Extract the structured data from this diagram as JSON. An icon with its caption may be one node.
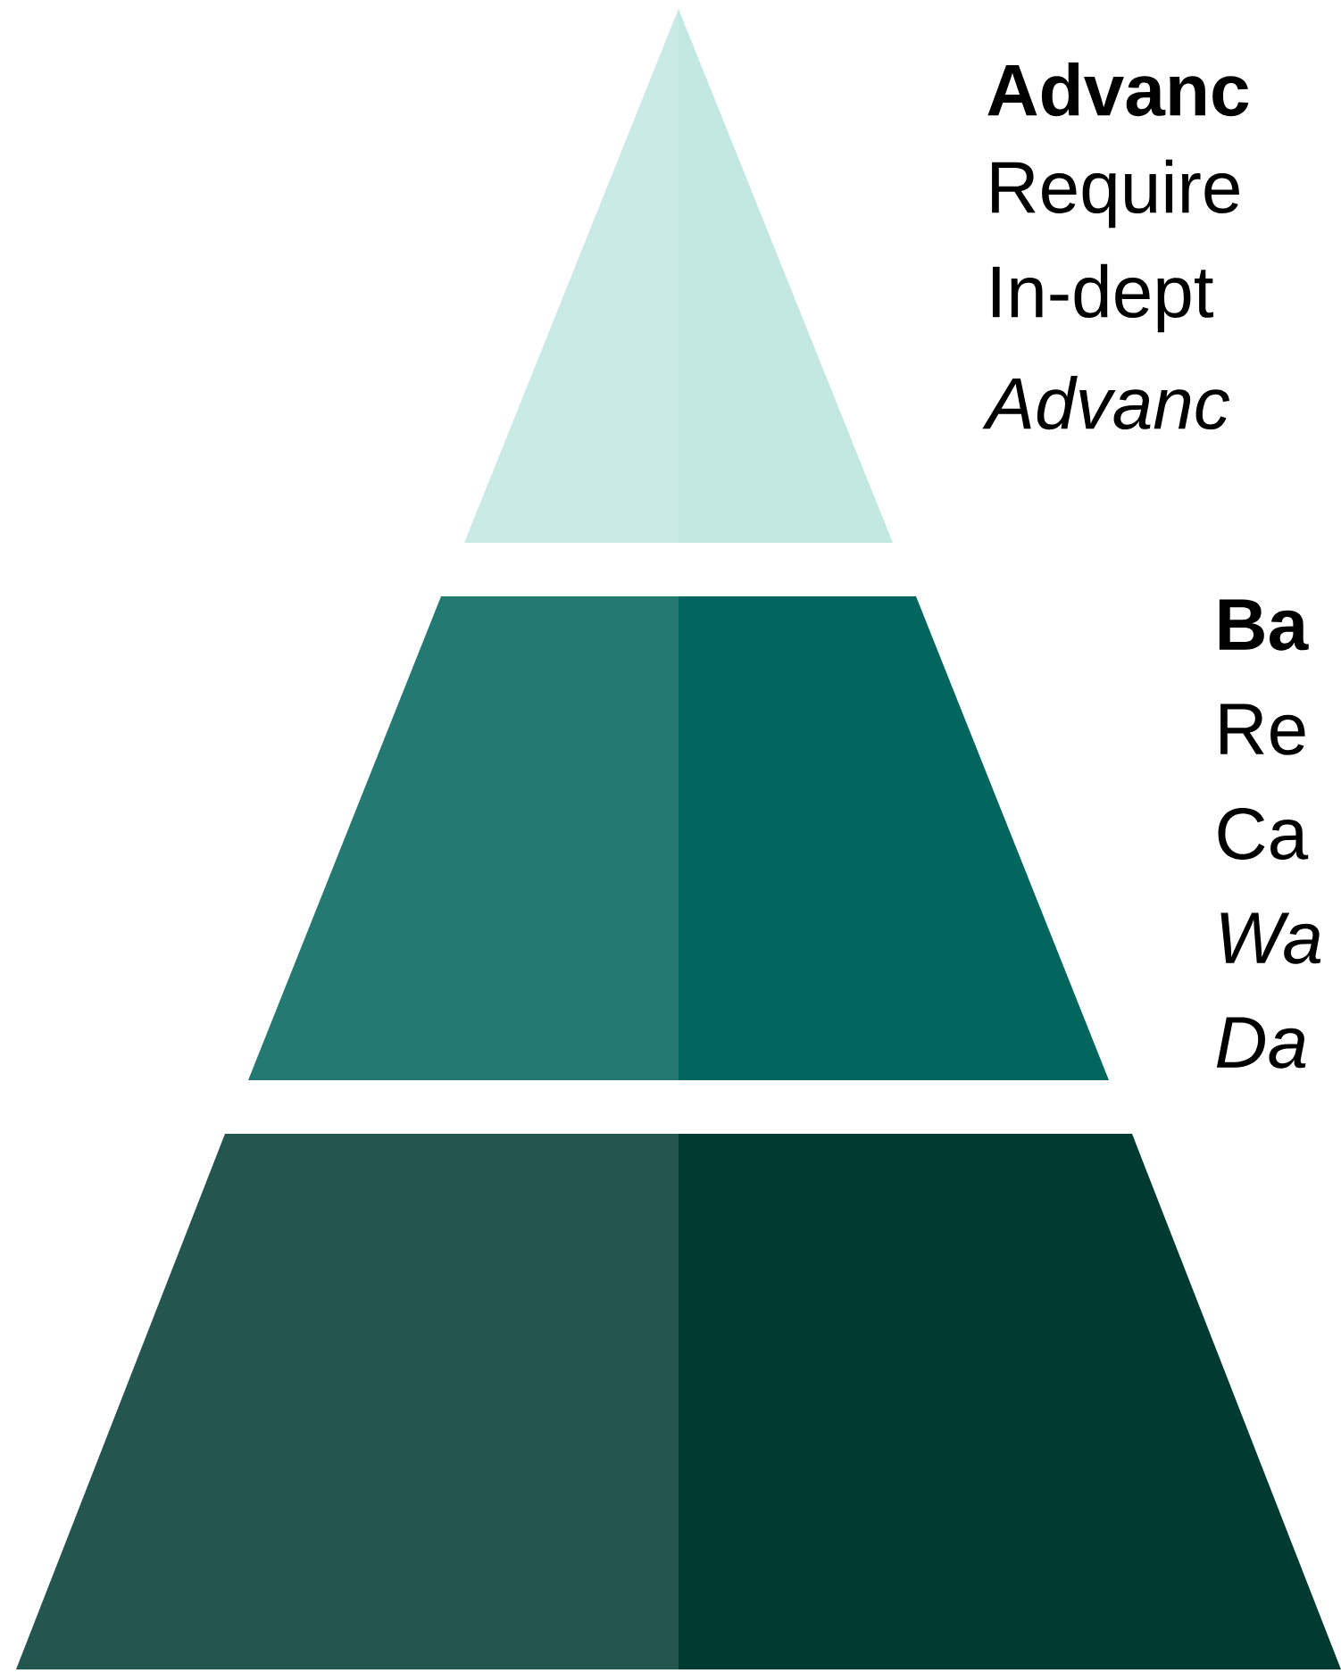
{
  "diagram": {
    "nodes": [
      {
        "text": [],
        "shape": "triangle",
        "beside": [
          "Advanc",
          "Require",
          "In-dept",
          "Advanc"
        ]
      },
      {
        "text": [],
        "shape": "trapezoid",
        "beside": [
          "Ba",
          "Re",
          "Ca",
          "Wa",
          "Da"
        ]
      },
      {
        "text": [],
        "shape": "trapezoid"
      }
    ]
  }
}
